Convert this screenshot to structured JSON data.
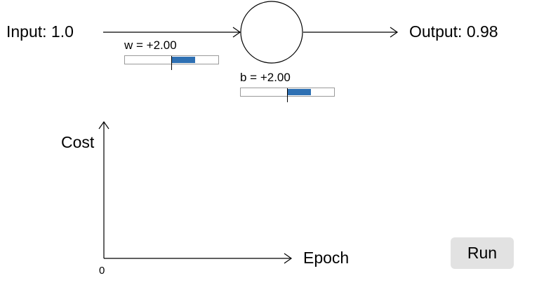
{
  "neuron": {
    "input_label": "Input: 1.0",
    "output_label": "Output: 0.98"
  },
  "weight": {
    "label": "w = +2.00",
    "value": 2.0,
    "range": [
      -4,
      4
    ]
  },
  "bias": {
    "label": "b = +2.00",
    "value": 2.0,
    "range": [
      -4,
      4
    ]
  },
  "cost_plot": {
    "y_label": "Cost",
    "x_label": "Epoch",
    "origin_label": "0"
  },
  "controls": {
    "run_label": "Run"
  },
  "colors": {
    "slider_fill": "#2e70b3",
    "button_bg": "#e2e2e2"
  }
}
